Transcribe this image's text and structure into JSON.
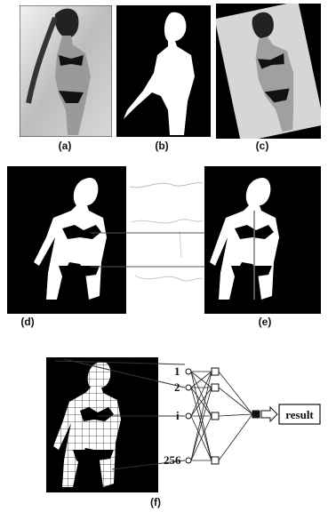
{
  "captions": {
    "a": "(a)",
    "b": "(b)",
    "c": "(c)",
    "d": "(d)",
    "e": "(e)",
    "f": "(f)"
  },
  "network": {
    "inputs": [
      "1",
      "2",
      "i",
      "256"
    ],
    "output_label": "result"
  },
  "colors": {
    "background": "#ffffff",
    "silhouette_bg": "#000000",
    "silhouette_fg": "#ffffff",
    "grid": "#666666"
  }
}
